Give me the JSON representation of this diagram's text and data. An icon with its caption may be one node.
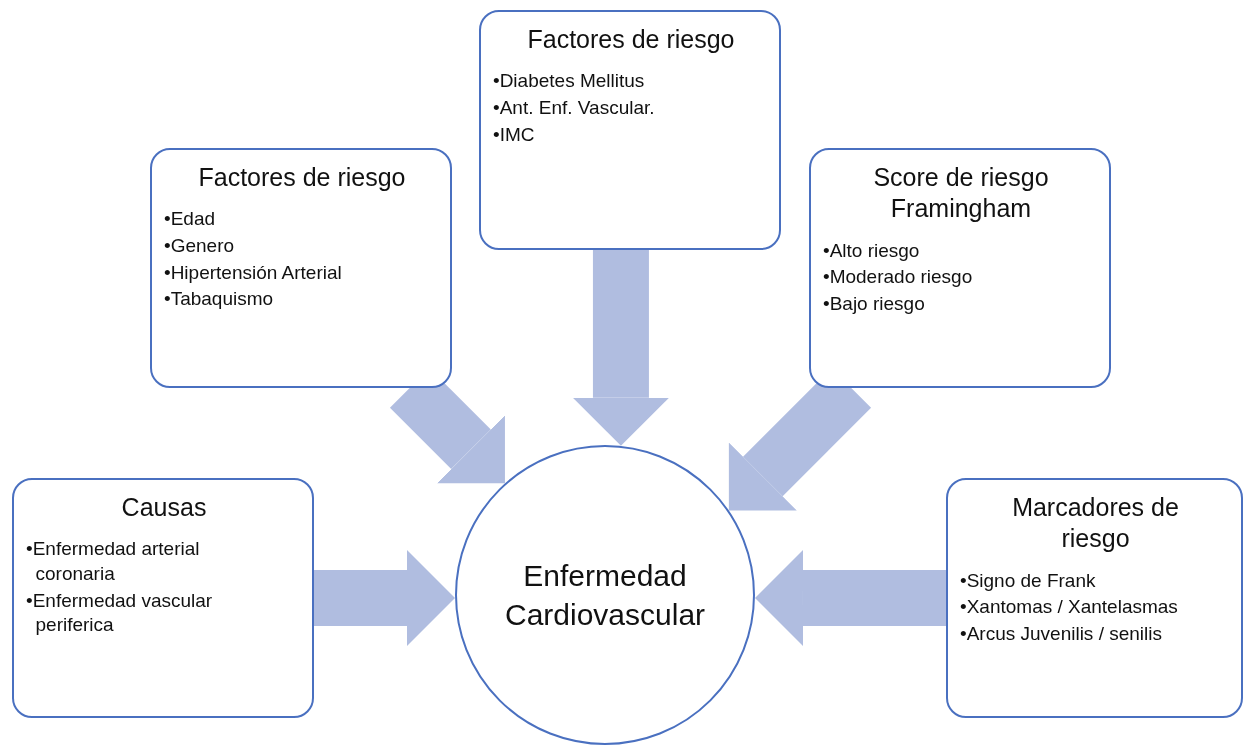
{
  "diagram": {
    "nodes": [
      {
        "text": [
          "Factores de riesgo",
          "•Diabetes Mellitus",
          "•Ant. Enf. Vascular.",
          "•IMC"
        ]
      },
      {
        "text": [
          "Factores de riesgo",
          "•Edad",
          "•Genero",
          "•Hipertensión Arterial",
          "•Tabaquismo"
        ]
      },
      {
        "text": [
          "Score de riesgo Framingham",
          "•Alto riesgo",
          "•Moderado riesgo",
          "•Bajo riesgo"
        ]
      },
      {
        "text": [
          "Causas",
          "•Enfermedad arterial coronaria",
          "•Enfermedad vascular periferica"
        ]
      },
      {
        "text": [
          "Enfermedad Cardiovascular"
        ]
      },
      {
        "text": [
          "Marcadores de riesgo",
          "•Signo de Frank",
          "•Xantomas / Xantelasmas",
          "•Arcus Juvenilis / senilis"
        ]
      }
    ],
    "edges": [
      {
        "from": 0,
        "to": 4,
        "arrow": "to"
      },
      {
        "from": 1,
        "to": 4,
        "arrow": "to"
      },
      {
        "from": 2,
        "to": 4,
        "arrow": "to"
      },
      {
        "from": 3,
        "to": 4,
        "arrow": "to"
      },
      {
        "from": 5,
        "to": 4,
        "arrow": "to"
      }
    ]
  }
}
